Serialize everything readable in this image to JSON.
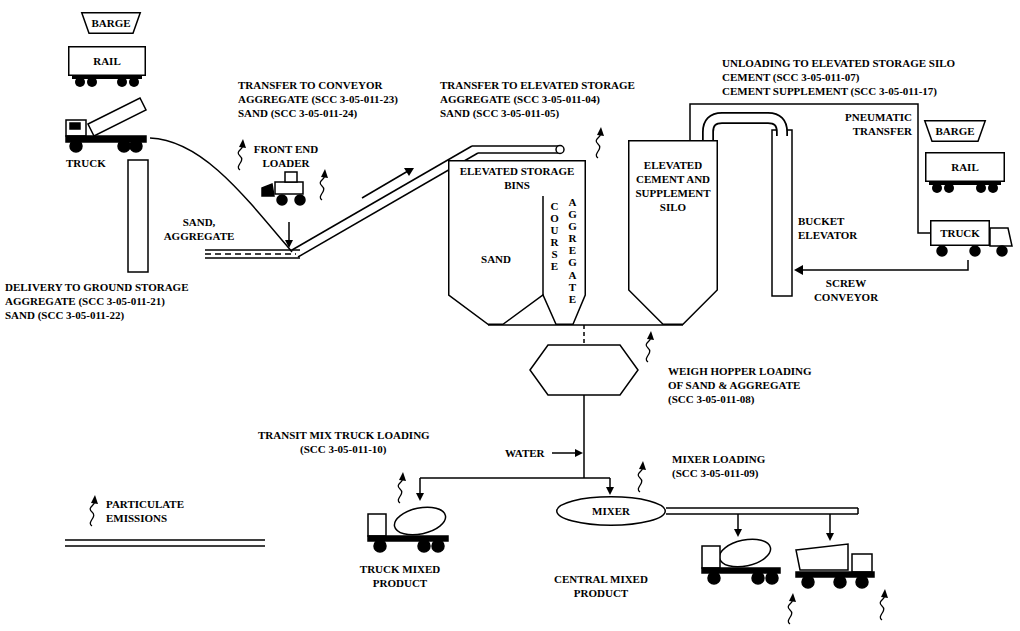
{
  "diagram": {
    "nodes": [
      {
        "text": [
          "BARGE"
        ]
      },
      {
        "text": [
          "RAIL"
        ]
      },
      {
        "text": [
          "ELEVATED STORAGE BINS",
          "SAND",
          "COURSE",
          "AGGREGATE"
        ]
      },
      {
        "text": [
          "ELEVATED CEMENT AND SUPPLEMENT SILO"
        ]
      },
      {
        "text": [
          "BARGE"
        ]
      },
      {
        "text": [
          "RAIL"
        ]
      },
      {
        "text": [
          "TRUCK"
        ]
      },
      {
        "text": [
          "MIXER"
        ]
      }
    ],
    "edges": [
      {
        "from": 6,
        "to": 3,
        "arrow": "none"
      }
    ],
    "labels": [
      "TRUCK",
      "TRANSFER TO CONVEYOR",
      "AGGREGATE (SCC 3-05-011-23)",
      "SAND (SCC 3-05-011-24)",
      "TRANSFER TO ELEVATED STORAGE",
      "AGGREGATE (SCC 3-05-011-04)",
      "SAND (SCC 3-05-011-05)",
      "UNLOADING TO ELEVATED STORAGE SILO",
      "CEMENT (SCC 3-05-011-07)",
      "CEMENT SUPPLEMENT (SCC 3-05-011-17)",
      "FRONT END LOADER",
      "SAND, AGGREGATE",
      "PNEUMATIC TRANSFER",
      "BUCKET ELEVATOR",
      "SCREW CONVEYOR",
      "DELIVERY TO GROUND STORAGE",
      "AGGREGATE (SCC 3-05-011-21)",
      "SAND (SCC 3-05-011-22)",
      "WEIGH HOPPER LOADING",
      "OF SAND & AGGREGATE",
      "(SCC 3-05-011-08)",
      "WATER",
      "TRANSIT MIX TRUCK LOADING",
      "(SCC 3-05-011-10)",
      "MIXER LOADING",
      "(SCC 3-05-011-09)",
      "TRUCK MIXED PRODUCT",
      "CENTRAL MIXED PRODUCT"
    ],
    "legend": [
      {
        "text": "PARTICULATE EMISSIONS"
      }
    ]
  }
}
